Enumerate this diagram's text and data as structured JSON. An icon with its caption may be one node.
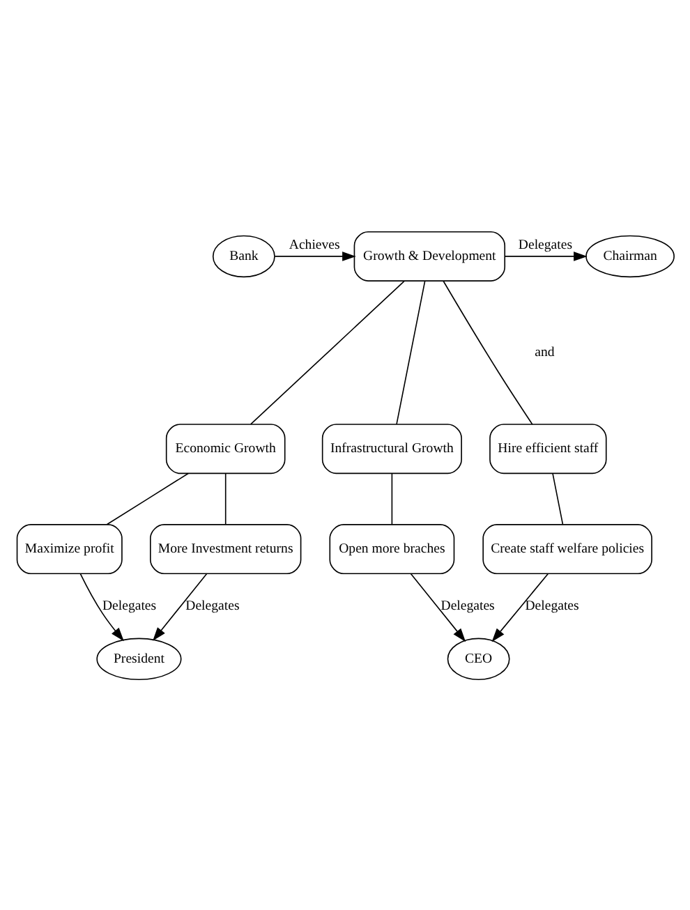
{
  "diagram": {
    "nodes": [
      {
        "text": [
          "Bank"
        ]
      },
      {
        "text": [
          "Growth & Development"
        ]
      },
      {
        "text": [
          "Chairman"
        ]
      },
      {
        "text": [
          "Economic Growth"
        ]
      },
      {
        "text": [
          "Hire efficient staff"
        ]
      },
      {
        "text": [
          "Infrastructural Growth"
        ]
      },
      {
        "text": [
          "Maximize profit"
        ]
      },
      {
        "text": [
          "More Investment returns"
        ]
      },
      {
        "text": [
          "Create staff welfare policies"
        ]
      },
      {
        "text": [
          "Open more braches"
        ]
      },
      {
        "text": [
          "President"
        ]
      },
      {
        "text": [
          "CEO"
        ]
      }
    ],
    "edges": [
      {
        "from": 0,
        "to": 1,
        "arrow": "to",
        "label": "Achieves"
      },
      {
        "from": 1,
        "to": 2,
        "arrow": "to",
        "label": "Delegates"
      },
      {
        "from": 1,
        "to": 3,
        "arrow": "none"
      },
      {
        "from": 1,
        "to": 4,
        "arrow": "none"
      },
      {
        "from": 1,
        "to": 5,
        "arrow": "none"
      },
      {
        "from": 3,
        "to": 6,
        "arrow": "none"
      },
      {
        "from": 3,
        "to": 7,
        "arrow": "none"
      },
      {
        "from": 4,
        "to": 8,
        "arrow": "none"
      },
      {
        "from": 5,
        "to": 9,
        "arrow": "none"
      },
      {
        "from": 6,
        "to": 10,
        "arrow": "to",
        "label": "Delegates"
      },
      {
        "from": 7,
        "to": 10,
        "arrow": "to",
        "label": "Delegates"
      },
      {
        "from": 8,
        "to": 11,
        "arrow": "to",
        "label": "Delegates"
      },
      {
        "from": 9,
        "to": 11,
        "arrow": "to",
        "label": "Delegates"
      }
    ],
    "labels": [
      "and"
    ]
  }
}
